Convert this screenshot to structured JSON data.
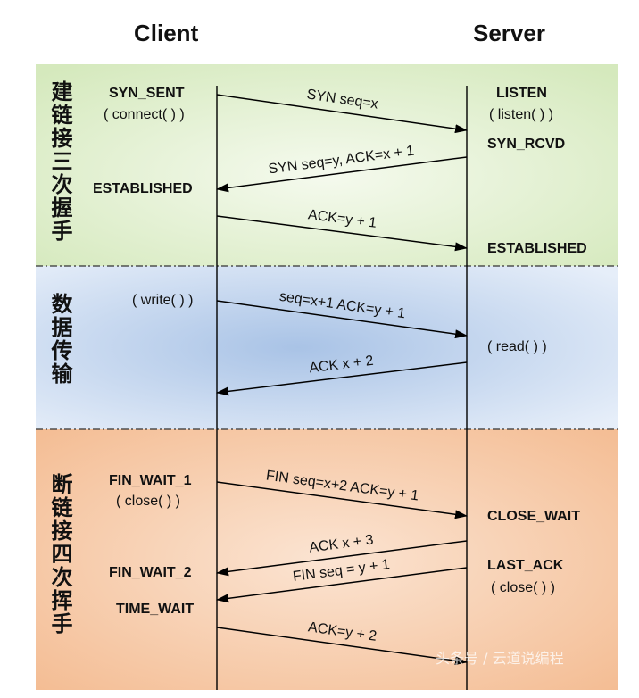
{
  "headers": {
    "client": "Client",
    "server": "Server"
  },
  "phases": [
    {
      "title": "建链接三次握手",
      "color": "green"
    },
    {
      "title": "数据传输",
      "color": "blue"
    },
    {
      "title": "断链接四次挥手",
      "color": "orange"
    }
  ],
  "client_labels": {
    "syn_sent": "SYN_SENT",
    "connect_call": "( connect( ) )",
    "established": "ESTABLISHED",
    "write_call": "( write( ) )",
    "fin_wait_1": "FIN_WAIT_1",
    "close_call": "( close( ) )",
    "fin_wait_2": "FIN_WAIT_2",
    "time_wait": "TIME_WAIT"
  },
  "server_labels": {
    "listen": "LISTEN",
    "listen_call": "( listen( ) )",
    "syn_rcvd": "SYN_RCVD",
    "established": "ESTABLISHED",
    "read_call": "( read( ) )",
    "close_wait": "CLOSE_WAIT",
    "last_ack": "LAST_ACK",
    "close_call": "( close( ) )"
  },
  "messages": [
    {
      "label": "SYN seq=x",
      "direction": "client-to-server"
    },
    {
      "label": "SYN seq=y, ACK=x + 1",
      "direction": "server-to-client"
    },
    {
      "label": "ACK=y + 1",
      "direction": "client-to-server"
    },
    {
      "label": "seq=x+1 ACK=y + 1",
      "direction": "client-to-server"
    },
    {
      "label": "ACK x + 2",
      "direction": "server-to-client"
    },
    {
      "label": "FIN seq=x+2 ACK=y + 1",
      "direction": "client-to-server"
    },
    {
      "label": "ACK x + 3",
      "direction": "server-to-client"
    },
    {
      "label": "FIN seq = y + 1",
      "direction": "server-to-client"
    },
    {
      "label": "ACK=y + 2",
      "direction": "client-to-server"
    }
  ],
  "watermark": "头条号 / 云道说编程",
  "colors": {
    "green": "#dcecc7",
    "blue": "#c4d6ee",
    "orange": "#f7c9a6",
    "line": "#000000"
  }
}
